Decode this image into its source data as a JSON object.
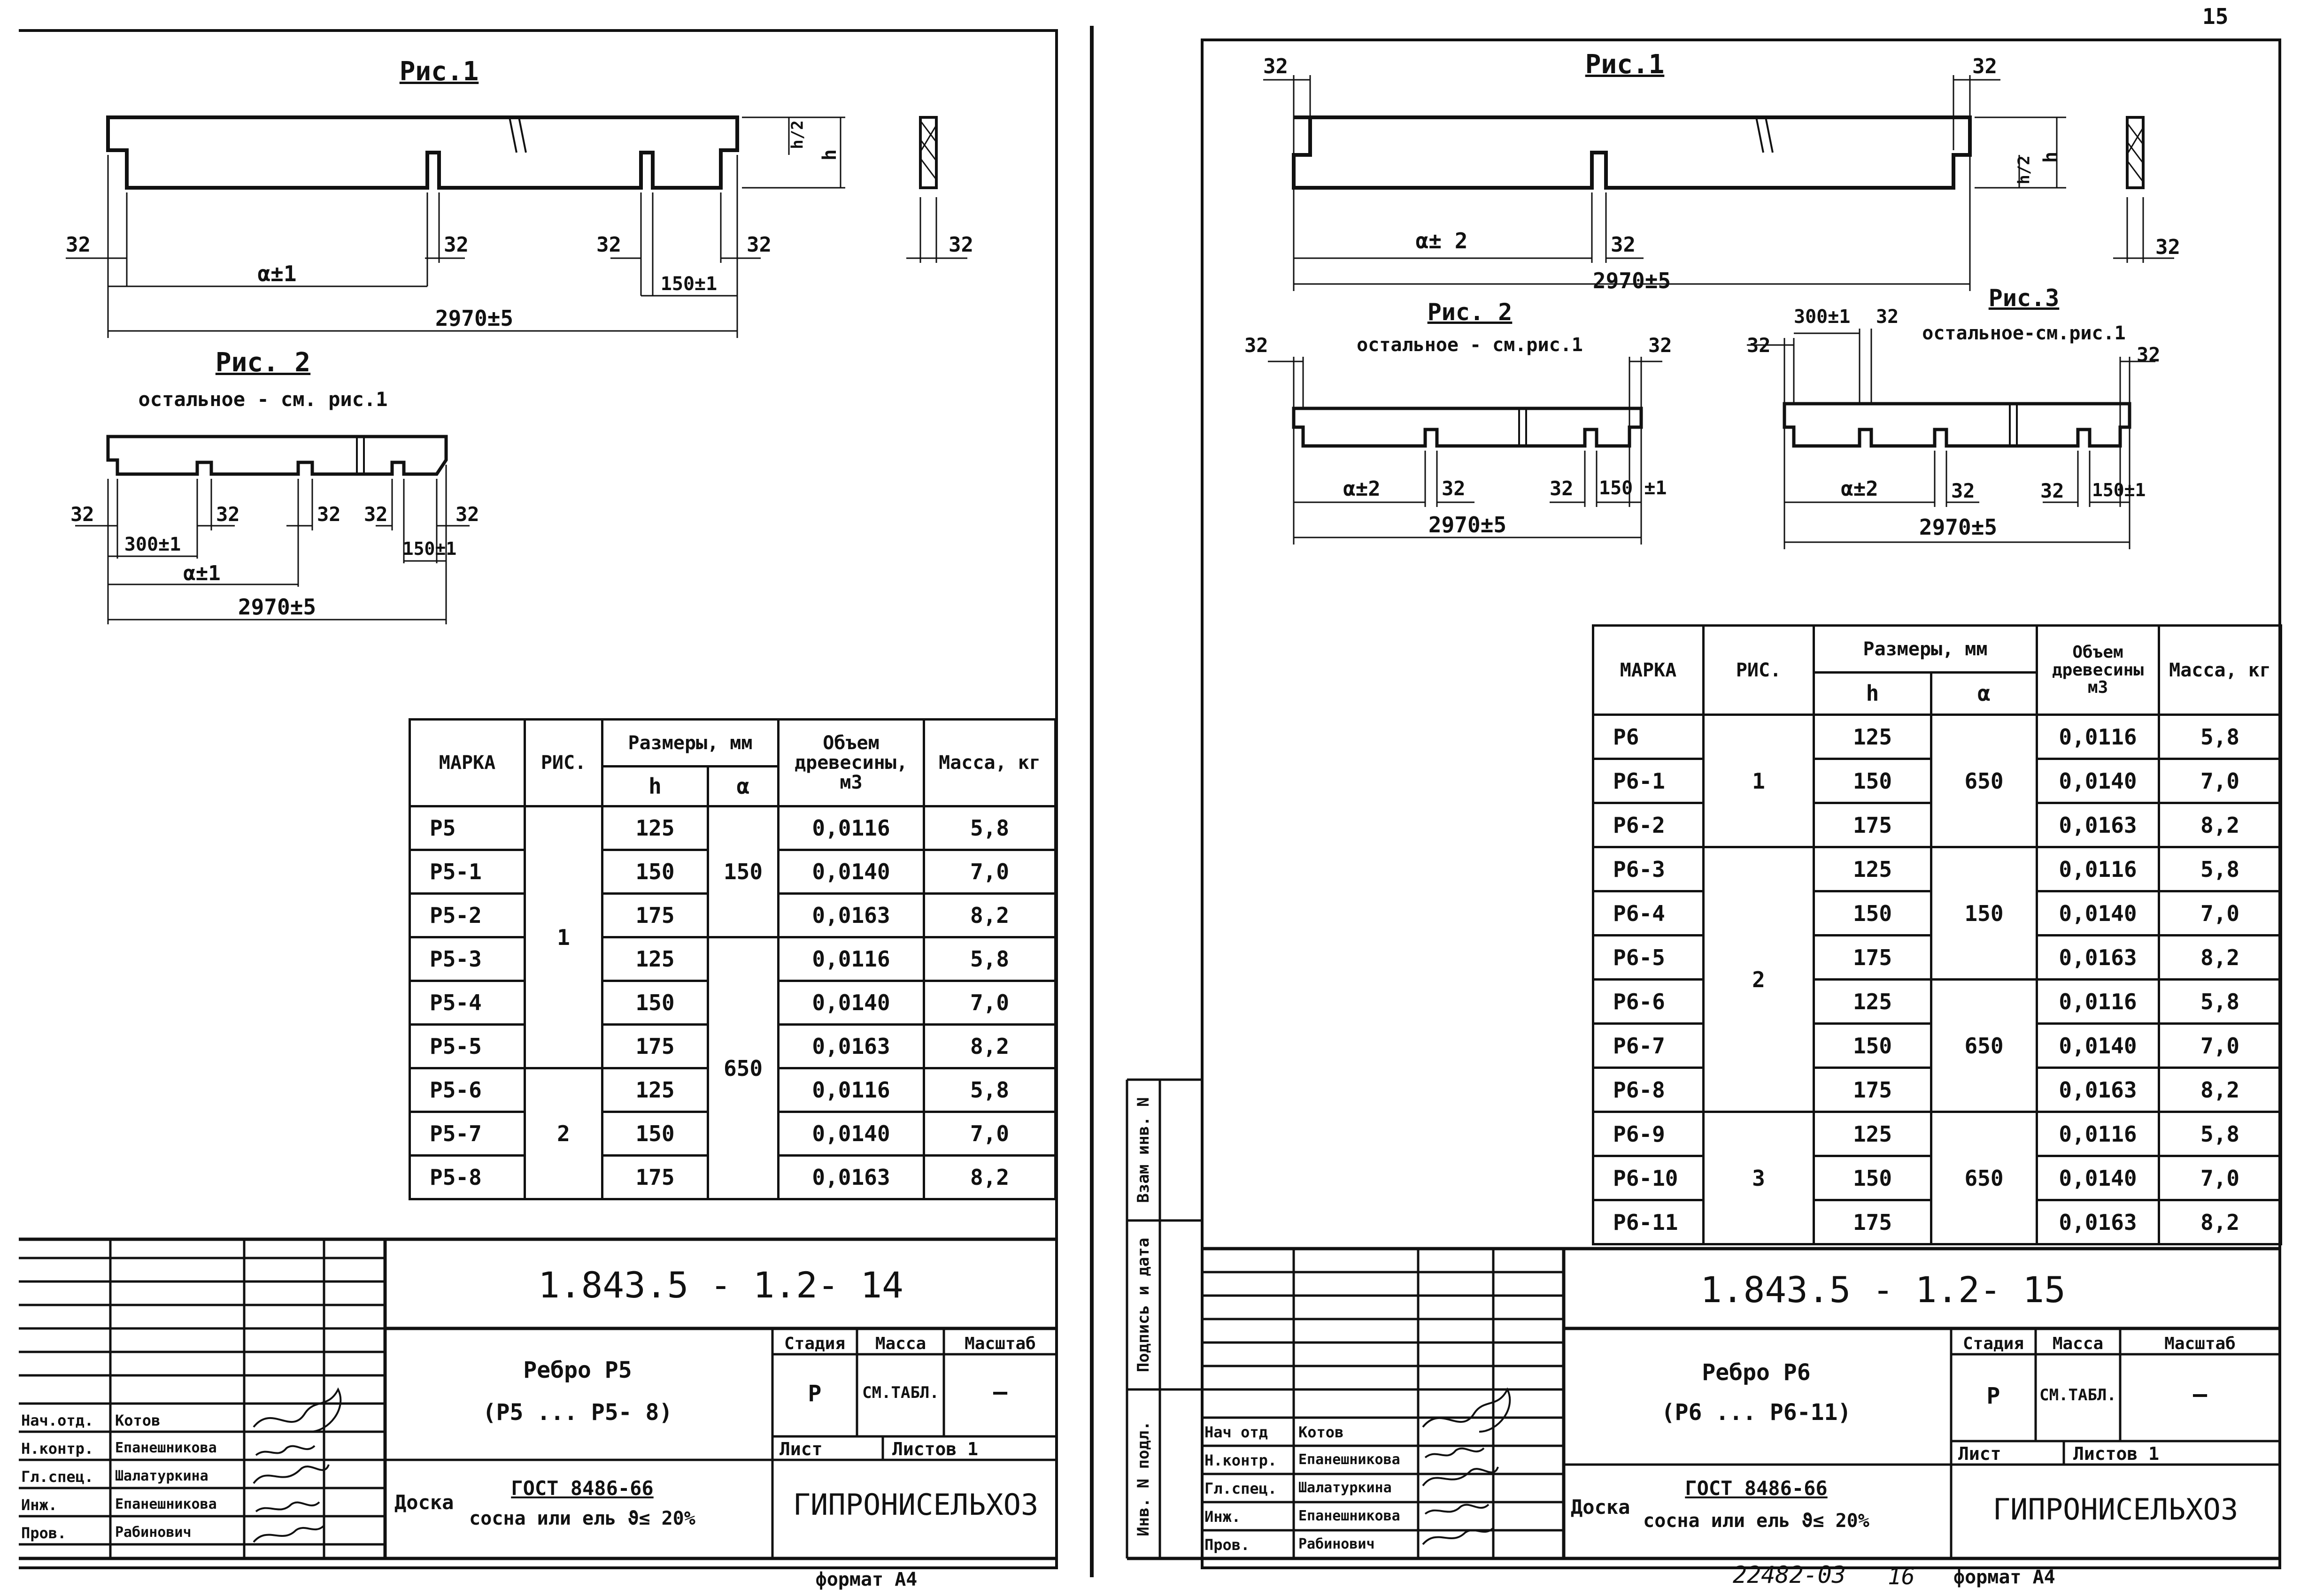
{
  "page_number": "15",
  "sheet_left": {
    "fig1": {
      "title": "Рис.1",
      "dims": {
        "end_left": "32",
        "a": "α±1",
        "mid": "32",
        "end_right_a": "32",
        "end_right_b": "32",
        "gap": "150±1",
        "total": "2970±5",
        "h_half": "h/2",
        "h": "h",
        "section_w": "32"
      }
    },
    "fig2": {
      "title": "Рис. 2",
      "note": "остальное - см. рис.1",
      "dims": {
        "d1": "32",
        "d2": "32",
        "d3": "32",
        "d4": "32",
        "d5": "32",
        "gap1": "300±1",
        "a": "α±1",
        "gap2": "150±1",
        "total": "2970±5"
      }
    },
    "table": {
      "headers": {
        "mark": "МАРКА",
        "fig": "РИС.",
        "sizes": "Размеры, мм",
        "h": "h",
        "a": "α",
        "volume": "Объем древесины, м3",
        "mass": "Масса, кг"
      },
      "fig_groups": [
        "1",
        "2"
      ],
      "a_groups": [
        "150",
        "650"
      ],
      "rows": [
        {
          "mark": "Р5",
          "h": "125",
          "vol": "0,0116",
          "mass": "5,8"
        },
        {
          "mark": "Р5-1",
          "h": "150",
          "vol": "0,0140",
          "mass": "7,0"
        },
        {
          "mark": "Р5-2",
          "h": "175",
          "vol": "0,0163",
          "mass": "8,2"
        },
        {
          "mark": "Р5-3",
          "h": "125",
          "vol": "0,0116",
          "mass": "5,8"
        },
        {
          "mark": "Р5-4",
          "h": "150",
          "vol": "0,0140",
          "mass": "7,0"
        },
        {
          "mark": "Р5-5",
          "h": "175",
          "vol": "0,0163",
          "mass": "8,2"
        },
        {
          "mark": "Р5-6",
          "h": "125",
          "vol": "0,0116",
          "mass": "5,8"
        },
        {
          "mark": "Р5-7",
          "h": "150",
          "vol": "0,0140",
          "mass": "7,0"
        },
        {
          "mark": "Р5-8",
          "h": "175",
          "vol": "0,0163",
          "mass": "8,2"
        }
      ]
    },
    "stamp": {
      "code": "1.843.5 - 1.2- 14",
      "title1": "Ребро Р5",
      "title2": "(Р5 ... Р5- 8)",
      "stage_h": "Стадия",
      "mass_h": "Масса",
      "scale_h": "Масштаб",
      "stage": "Р",
      "mass": "СМ.ТАБЛ.",
      "scale": "—",
      "sheet": "Лист",
      "sheets": "Листов 1",
      "material_label": "Доска",
      "material_gost": "ГОСТ 8486-66",
      "material_spec": "сосна или ель ϑ≤ 20%",
      "org": "ГИПРОНИСЕЛЬХОЗ",
      "people": [
        {
          "role": "Нач.отд.",
          "name": "Котов"
        },
        {
          "role": "Н.контр.",
          "name": "Епанешникова"
        },
        {
          "role": "Гл.спец.",
          "name": "Шалатуркина"
        },
        {
          "role": "Инж.",
          "name": "Епанешникова"
        },
        {
          "role": "Пров.",
          "name": "Рабинович"
        }
      ]
    },
    "format": "формат А4"
  },
  "sheet_right": {
    "fig1": {
      "title": "Рис.1",
      "dims": {
        "end_left": "32",
        "end_right": "32",
        "a": "α± 2",
        "mid": "32",
        "total": "2970±5",
        "h_half": "h/2",
        "h": "h",
        "section_w": "32"
      }
    },
    "fig2": {
      "title": "Рис. 2",
      "note": "остальное - см.рис.1",
      "dims": {
        "d_left": "32",
        "d_right": "32",
        "a": "α±2",
        "d1": "32",
        "d2": "32",
        "gap": "150 ±1",
        "total": "2970±5"
      }
    },
    "fig3": {
      "title": "Рис.3",
      "note": "остальное-см.рис.1",
      "dims": {
        "gap_top": "300±1",
        "d_top": "32",
        "d_left": "32",
        "d_right": "32",
        "a": "α±2",
        "d1": "32",
        "d2": "32",
        "gap": "150±1",
        "total": "2970±5"
      }
    },
    "table": {
      "headers": {
        "mark": "МАРКА",
        "fig": "РИС.",
        "sizes": "Размеры, мм",
        "h": "h",
        "a": "α",
        "volume": "Объем древесины м3",
        "mass": "Масса, кг"
      },
      "fig_groups": [
        "1",
        "2",
        "3"
      ],
      "a_groups": [
        "650",
        "150",
        "650",
        "650"
      ],
      "rows": [
        {
          "mark": "Р6",
          "h": "125",
          "vol": "0,0116",
          "mass": "5,8"
        },
        {
          "mark": "Р6-1",
          "h": "150",
          "vol": "0,0140",
          "mass": "7,0"
        },
        {
          "mark": "Р6-2",
          "h": "175",
          "vol": "0,0163",
          "mass": "8,2"
        },
        {
          "mark": "Р6-3",
          "h": "125",
          "vol": "0,0116",
          "mass": "5,8"
        },
        {
          "mark": "Р6-4",
          "h": "150",
          "vol": "0,0140",
          "mass": "7,0"
        },
        {
          "mark": "Р6-5",
          "h": "175",
          "vol": "0,0163",
          "mass": "8,2"
        },
        {
          "mark": "Р6-6",
          "h": "125",
          "vol": "0,0116",
          "mass": "5,8"
        },
        {
          "mark": "Р6-7",
          "h": "150",
          "vol": "0,0140",
          "mass": "7,0"
        },
        {
          "mark": "Р6-8",
          "h": "175",
          "vol": "0,0163",
          "mass": "8,2"
        },
        {
          "mark": "Р6-9",
          "h": "125",
          "vol": "0,0116",
          "mass": "5,8"
        },
        {
          "mark": "Р6-10",
          "h": "150",
          "vol": "0,0140",
          "mass": "7,0"
        },
        {
          "mark": "Р6-11",
          "h": "175",
          "vol": "0,0163",
          "mass": "8,2"
        }
      ]
    },
    "side_labels": [
      "Инв. N подл.",
      "Подпись и дата",
      "Взам инв. N"
    ],
    "stamp": {
      "code": "1.843.5 - 1.2- 15",
      "title1": "Ребро Р6",
      "title2": "(Р6 ... Р6-11)",
      "stage_h": "Стадия",
      "mass_h": "Масса",
      "scale_h": "Масштаб",
      "stage": "Р",
      "mass": "СМ.ТАБЛ.",
      "scale": "—",
      "sheet": "Лист",
      "sheets": "Листов 1",
      "material_label": "Доска",
      "material_gost": "ГОСТ 8486-66",
      "material_spec": "сосна или ель ϑ≤ 20%",
      "org": "ГИПРОНИСЕЛЬХОЗ",
      "people": [
        {
          "role": "Нач отд",
          "name": "Котов"
        },
        {
          "role": "Н.контр.",
          "name": "Епанешникова"
        },
        {
          "role": "Гл.спец.",
          "name": "Шалатуркина"
        },
        {
          "role": "Инж.",
          "name": "Епанешникова"
        },
        {
          "role": "Пров.",
          "name": "Рабинович"
        }
      ]
    },
    "archive_no": "22482-03",
    "archive_page": "16",
    "format": "формат А4"
  }
}
